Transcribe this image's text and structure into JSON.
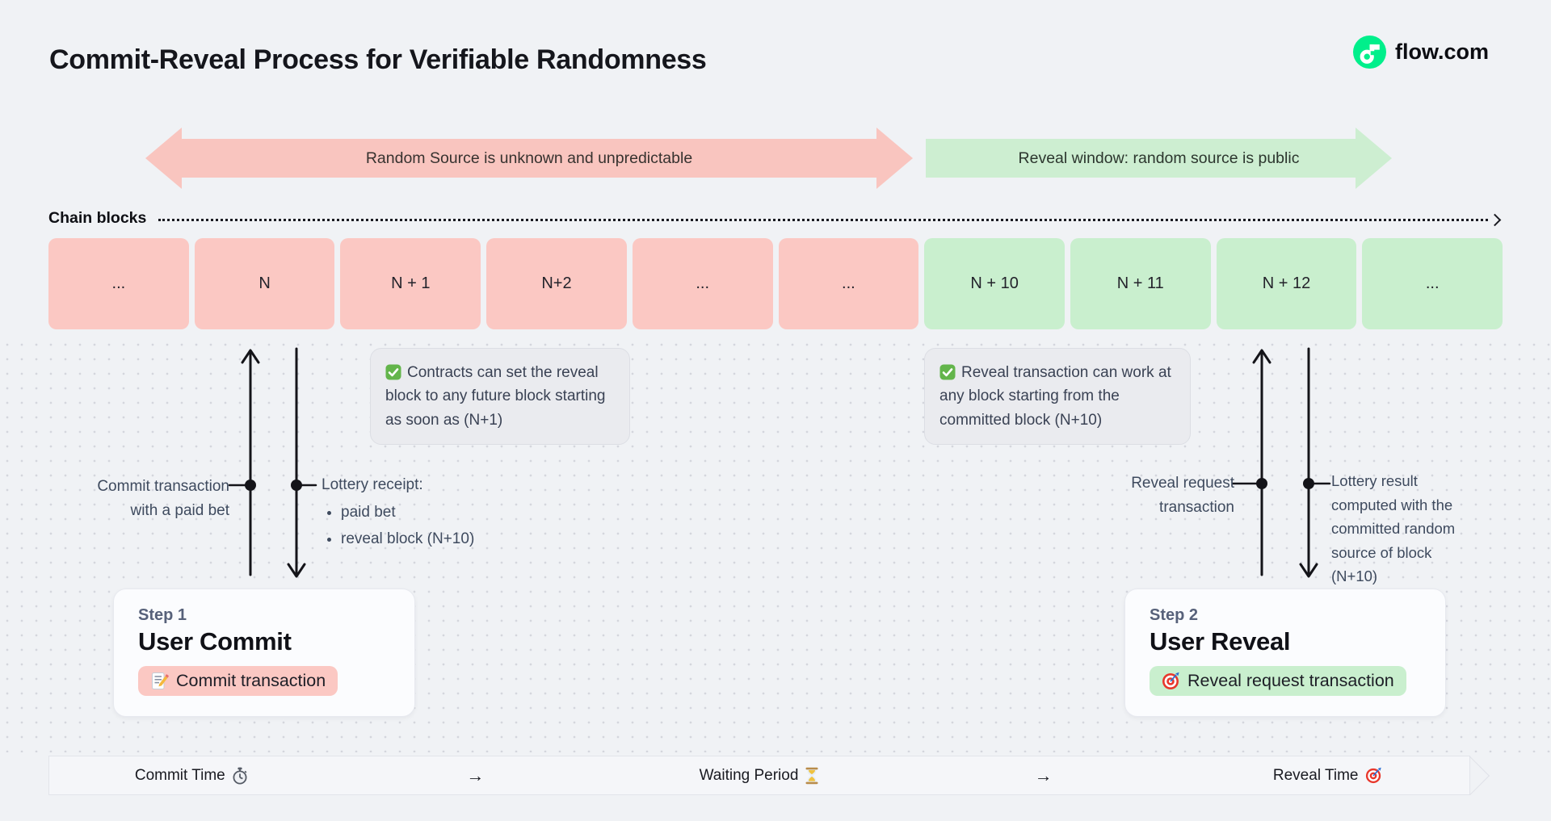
{
  "header": {
    "title": "Commit-Reveal Process for Verifiable Randomness",
    "brand": "flow.com"
  },
  "phase_arrows": {
    "commit": {
      "label": "Random Source is unknown and unpredictable",
      "color": "#f9c5bf"
    },
    "reveal": {
      "label": "Reveal window: random source is public",
      "color": "#cdeed1"
    }
  },
  "chain": {
    "label": "Chain blocks",
    "blocks": [
      {
        "label": "...",
        "phase": "commit"
      },
      {
        "label": "N",
        "phase": "commit"
      },
      {
        "label": "N + 1",
        "phase": "commit"
      },
      {
        "label": "N+2",
        "phase": "commit"
      },
      {
        "label": "...",
        "phase": "commit"
      },
      {
        "label": "...",
        "phase": "commit"
      },
      {
        "label": "N + 10",
        "phase": "reveal"
      },
      {
        "label": "N + 11",
        "phase": "reveal"
      },
      {
        "label": "N + 12",
        "phase": "reveal"
      },
      {
        "label": "...",
        "phase": "reveal"
      }
    ]
  },
  "notes": {
    "commit": {
      "icon": "check-icon",
      "text": "Contracts can set the reveal block to any future block starting as soon as (N+1)"
    },
    "reveal": {
      "icon": "check-icon",
      "text": "Reveal transaction can work at any block starting from the committed block (N+10)"
    }
  },
  "annotations": {
    "commit_tx": "Commit transaction with a paid bet",
    "lottery_receipt": {
      "title": "Lottery receipt:",
      "items": [
        "paid bet",
        "reveal block (N+10)"
      ]
    },
    "reveal_request": "Reveal request transaction",
    "lottery_result": "Lottery result computed with the committed random source of block (N+10)"
  },
  "steps": {
    "commit": {
      "eyebrow": "Step 1",
      "title": "User Commit",
      "action": "Commit transaction",
      "icon": "memo-icon"
    },
    "reveal": {
      "eyebrow": "Step 2",
      "title": "User Reveal",
      "action": "Reveal request transaction",
      "icon": "target-icon"
    }
  },
  "timeline": {
    "arrow": "→",
    "items": [
      {
        "label": "Commit Time",
        "icon": "stopwatch-icon"
      },
      {
        "label": "Waiting Period",
        "icon": "hourglass-icon"
      },
      {
        "label": "Reveal Time",
        "icon": "target-icon"
      }
    ]
  },
  "colors": {
    "page_bg": "#f0f2f5",
    "commit_block": "#fbc8c3",
    "reveal_block": "#c9efce",
    "commit_arrow": "#f9c5bf",
    "reveal_arrow": "#cdeed1",
    "flow_green": "#00ef8b"
  }
}
